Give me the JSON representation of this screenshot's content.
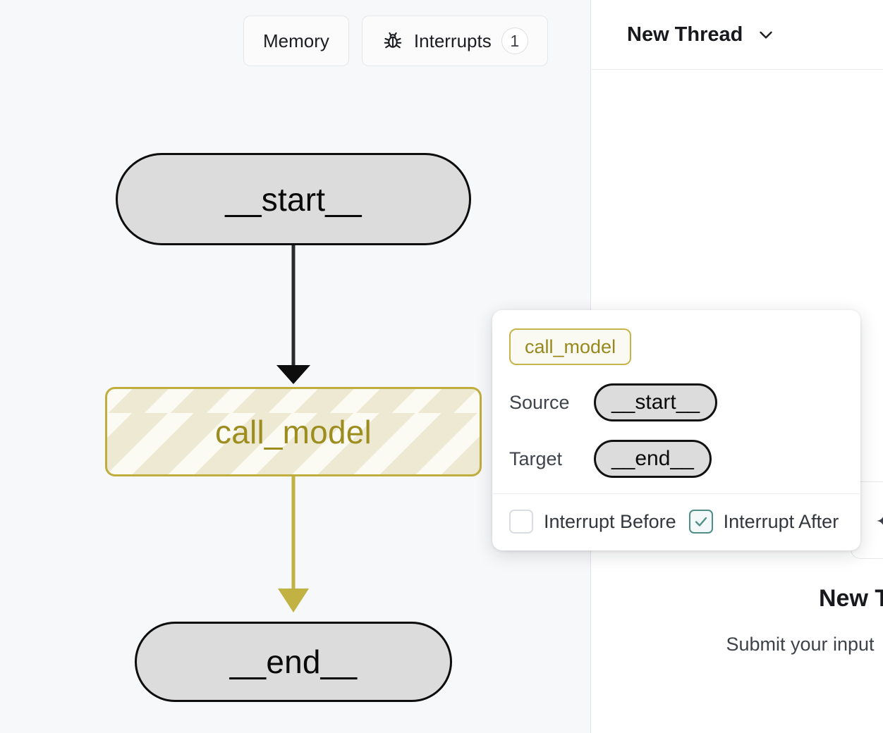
{
  "graph": {
    "toolbar": {
      "memory_label": "Memory",
      "interrupts_label": "Interrupts",
      "interrupts_icon": "bug-icon",
      "interrupts_count": "1"
    },
    "nodes": [
      {
        "id": "__start__",
        "label": "__start__",
        "kind": "terminal"
      },
      {
        "id": "call_model",
        "label": "call_model",
        "kind": "active-node"
      },
      {
        "id": "__end__",
        "label": "__end__",
        "kind": "terminal"
      }
    ],
    "edges": [
      {
        "from": "__start__",
        "to": "call_model",
        "color": "#2b2b2b"
      },
      {
        "from": "call_model",
        "to": "__end__",
        "color": "#c2b143"
      }
    ],
    "colors": {
      "canvas_bg": "#f7f8fa",
      "node_fill": "#dcdcdc",
      "node_stroke": "#0d0d0d",
      "active_border": "#bfae3d",
      "active_text": "#9c8d1e",
      "active_fill": "#fbfaf3",
      "edge_dark": "#2b2b2b",
      "edge_gold": "#c2b143"
    }
  },
  "popover": {
    "node_chip": "call_model",
    "rows": [
      {
        "label": "Source",
        "value": "__start__"
      },
      {
        "label": "Target",
        "value": "__end__"
      }
    ],
    "checks": [
      {
        "label": "Interrupt Before",
        "checked": false
      },
      {
        "label": "Interrupt After",
        "checked": true
      }
    ],
    "accent_gold": "#c4b44a",
    "accent_teal": "#4f8e88"
  },
  "right_panel": {
    "thread_title": "New Thread",
    "chevron_icon": "chevron-down-icon",
    "overflow_icon": "more-options-icon",
    "empty_title": "New T",
    "empty_subtitle": "Submit your input"
  }
}
